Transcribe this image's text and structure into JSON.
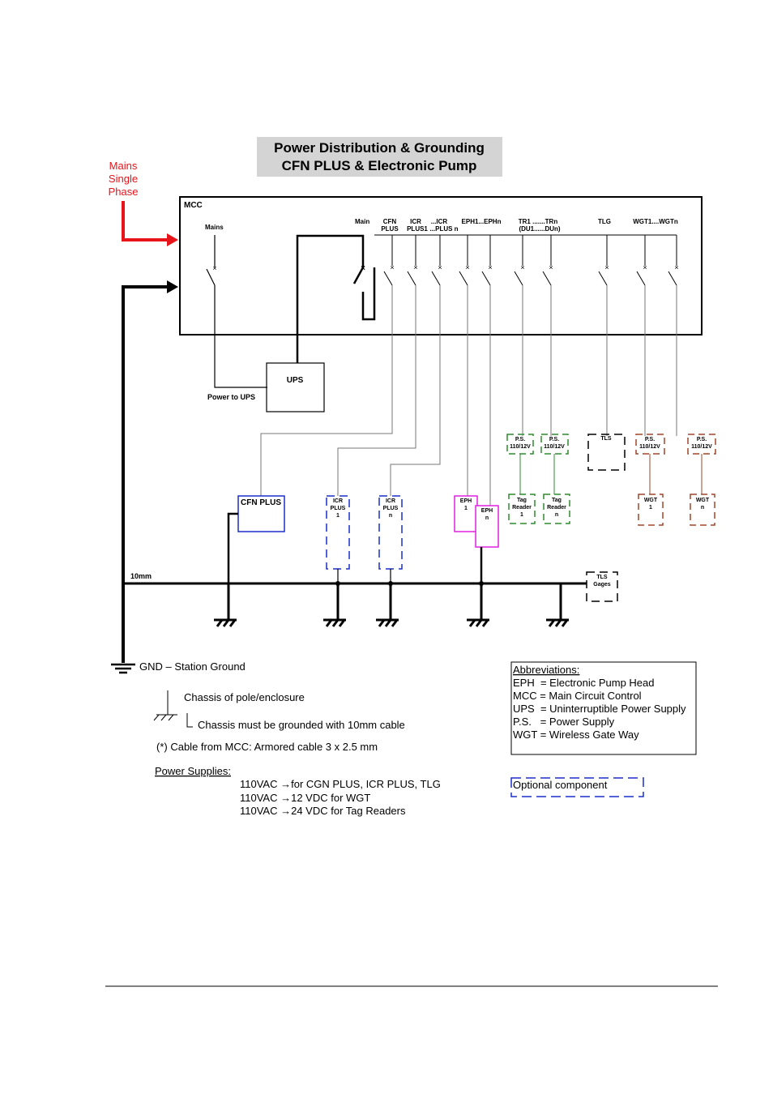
{
  "title": {
    "line1": "Power Distribution & Grounding",
    "line2": "CFN PLUS & Electronic Pump"
  },
  "mains_label": {
    "line1": "Mains",
    "line2": "Single",
    "line3": "Phase"
  },
  "mcc": {
    "label": "MCC",
    "mains": "Mains",
    "main": "Main",
    "cfn_plus": {
      "line1": "CFN",
      "line2": "PLUS"
    },
    "icr_plus": {
      "line1": "ICR",
      "line2": "PLUS1"
    },
    "icr_plus_n": {
      "line1": "...ICR",
      "line2": "...PLUS n"
    },
    "eph": "EPH1...EPHn",
    "tr": {
      "line1": "TR1 .......TRn",
      "line2": "(DU1......DUn)"
    },
    "tlg": "TLG",
    "wgt": "WGT1....WGTn"
  },
  "ups": {
    "label": "UPS",
    "power_to_ups": "Power to UPS"
  },
  "devices": {
    "cfn_plus": "CFN PLUS",
    "icr1": {
      "line1": "ICR",
      "line2": "PLUS",
      "line3": "1"
    },
    "icrn": {
      "line1": "ICR",
      "line2": "PLUS",
      "line3": "n"
    },
    "eph1": {
      "line1": "EPH",
      "line2": "1"
    },
    "ephn": {
      "line1": "EPH",
      "line2": "n"
    },
    "ps": {
      "line1": "P.S.",
      "line2": "110/12V"
    },
    "tag1": {
      "line1": "Tag",
      "line2": "Reader",
      "line3": "1"
    },
    "tagn": {
      "line1": "Tag",
      "line2": "Reader",
      "line3": "n"
    },
    "tls": "TLS",
    "wgt1": {
      "line1": "WGT",
      "line2": "1"
    },
    "wgtn": {
      "line1": "WGT",
      "line2": "n"
    },
    "tls_gages": {
      "line1": "TLS",
      "line2": "Gages"
    }
  },
  "cable_label": "10mm",
  "legend": {
    "gnd": "GND – Station Ground",
    "chassis": "Chassis of pole/enclosure",
    "chassis_note": "Chassis must be grounded with 10mm cable",
    "cable_note": "(*) Cable from MCC: Armored cable 3 x 2.5 mm",
    "power_supplies_title": "Power Supplies:",
    "ps_lines": [
      "110VAC →for CGN PLUS, ICR PLUS, TLG",
      "110VAC →12 VDC for WGT",
      "110VAC →24 VDC for Tag Readers"
    ]
  },
  "abbreviations": {
    "title": "Abbreviations:",
    "lines": [
      "EPH  = Electronic Pump Head",
      "MCC = Main Circuit Control",
      "UPS  = Uninterruptible Power Supply",
      "P.S.   = Power Supply",
      "WGT = Wireless Gate Way"
    ]
  },
  "optional_component": "Optional component",
  "colors": {
    "red": "#e8141a",
    "blue": "#1a2fc8",
    "green": "#2e8b2e",
    "brown": "#a0462a",
    "magenta": "#e020e0",
    "title_bg": "#d4d4d4"
  }
}
